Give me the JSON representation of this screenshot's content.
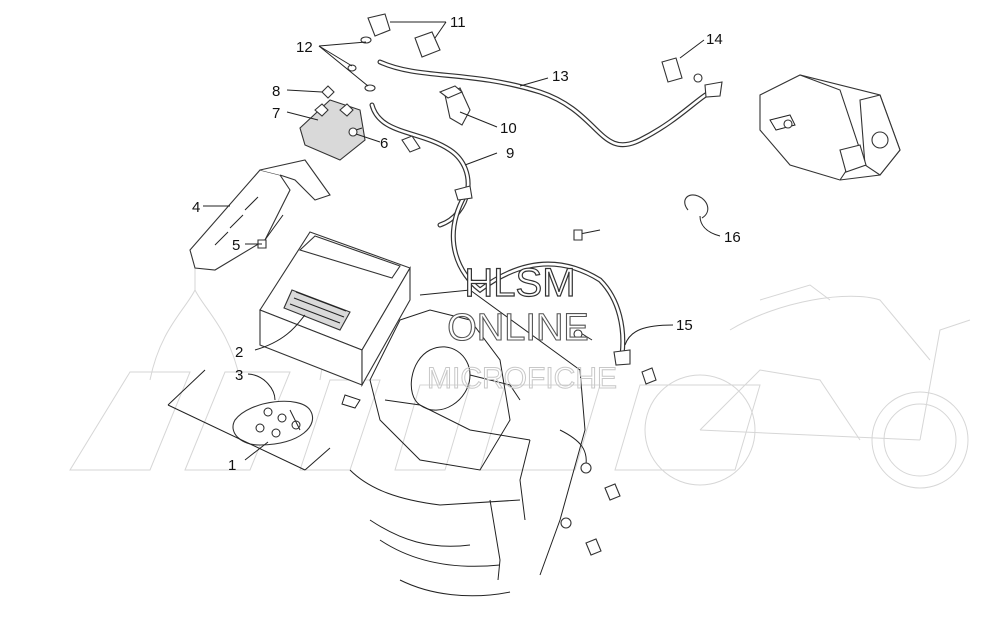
{
  "watermark": {
    "line1": "HLSM",
    "line2": "ONLINE",
    "line3": "MICROFICHE"
  },
  "callouts": [
    {
      "id": "c1",
      "label": "1"
    },
    {
      "id": "c2",
      "label": "2"
    },
    {
      "id": "c3",
      "label": "3"
    },
    {
      "id": "c4",
      "label": "4"
    },
    {
      "id": "c5",
      "label": "5"
    },
    {
      "id": "c6",
      "label": "6"
    },
    {
      "id": "c7",
      "label": "7"
    },
    {
      "id": "c8",
      "label": "8"
    },
    {
      "id": "c9",
      "label": "9"
    },
    {
      "id": "c10",
      "label": "10"
    },
    {
      "id": "c11",
      "label": "11"
    },
    {
      "id": "c12",
      "label": "12"
    },
    {
      "id": "c13",
      "label": "13"
    },
    {
      "id": "c14",
      "label": "14"
    },
    {
      "id": "c15",
      "label": "15"
    },
    {
      "id": "c16",
      "label": "16"
    }
  ],
  "colors": {
    "linework": "#333333",
    "watermark_ghost": "#c8c8c8",
    "background": "#ffffff"
  }
}
